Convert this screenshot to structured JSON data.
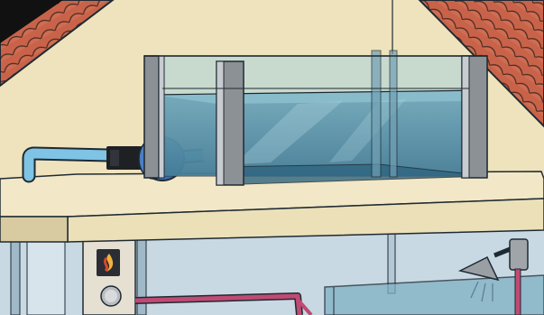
{
  "scene": {
    "elements": [
      "roof-left",
      "roof-right",
      "gable-wall",
      "concrete-slab",
      "water-tank",
      "water-pump",
      "inlet-pipe",
      "lower-floor",
      "boiler-panel",
      "flame-icon",
      "boiler-knob",
      "heating-pipe",
      "shower-head",
      "shower-control",
      "glass-partition"
    ]
  },
  "colors": {
    "outline": "#1e2a33",
    "wall": "#efe3bd",
    "roof": "#c8634a",
    "slab": "#f2e7c6",
    "slab-shadow": "#d8cba1",
    "water": "#5f97ad",
    "water-light": "#8fc0d0",
    "frame": "#8c9196",
    "pump": "#3e6fb0",
    "pipe": "#7fc3e5",
    "lower-wall": "#c9d9e3",
    "heating-pipe": "#c04a73"
  }
}
